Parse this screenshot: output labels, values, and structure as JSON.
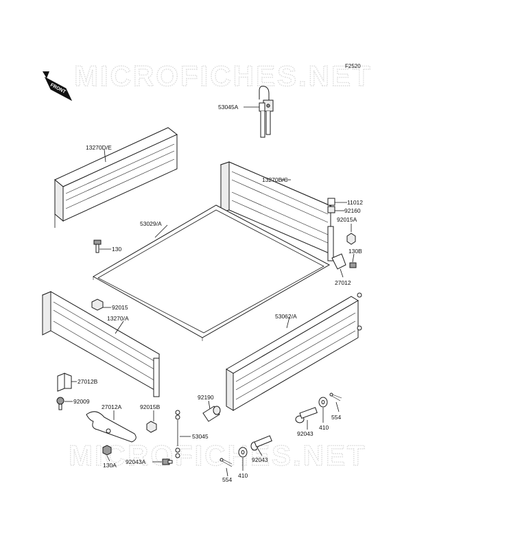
{
  "diagram": {
    "ref_code": "F2520",
    "front_marker": "FRONT",
    "watermark": "MICROFICHES.NET",
    "part_labels": [
      {
        "id": "53045A",
        "text": "53045A"
      },
      {
        "id": "13270D_E",
        "text": "13270D/E"
      },
      {
        "id": "13270B_C",
        "text": "13270B/C"
      },
      {
        "id": "11012",
        "text": "11012"
      },
      {
        "id": "92160",
        "text": "92160"
      },
      {
        "id": "92015A",
        "text": "92015A"
      },
      {
        "id": "53029_A",
        "text": "53029/A"
      },
      {
        "id": "130",
        "text": "130"
      },
      {
        "id": "130B",
        "text": "130B"
      },
      {
        "id": "27012",
        "text": "27012"
      },
      {
        "id": "92015",
        "text": "92015"
      },
      {
        "id": "13270_A",
        "text": "13270/A"
      },
      {
        "id": "53062_A",
        "text": "53062/A"
      },
      {
        "id": "27012B",
        "text": "27012B"
      },
      {
        "id": "92009",
        "text": "92009"
      },
      {
        "id": "27012A",
        "text": "27012A"
      },
      {
        "id": "92015B",
        "text": "92015B"
      },
      {
        "id": "92190",
        "text": "92190"
      },
      {
        "id": "554_right",
        "text": "554"
      },
      {
        "id": "410_right",
        "text": "410"
      },
      {
        "id": "92043_right",
        "text": "92043"
      },
      {
        "id": "53045",
        "text": "53045"
      },
      {
        "id": "130A",
        "text": "130A"
      },
      {
        "id": "92043A",
        "text": "92043A"
      },
      {
        "id": "92043_left",
        "text": "92043"
      },
      {
        "id": "410_left",
        "text": "410"
      },
      {
        "id": "554_left",
        "text": "554"
      }
    ]
  }
}
